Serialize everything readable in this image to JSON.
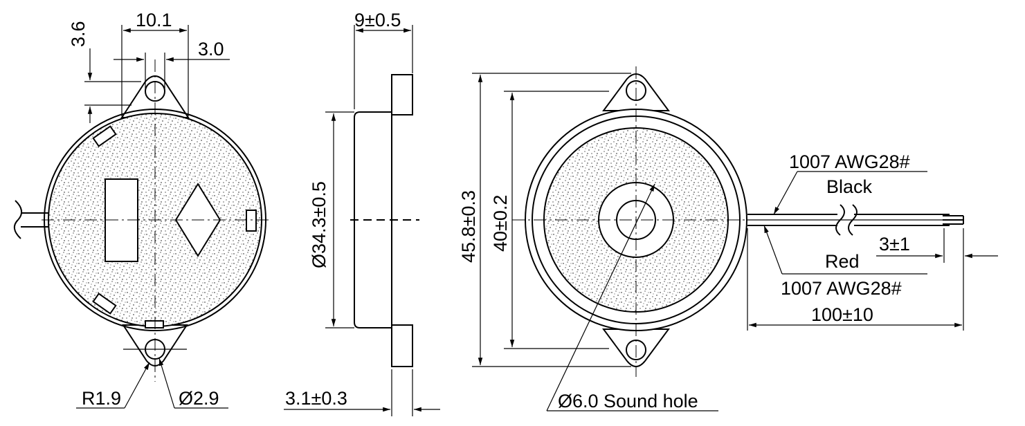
{
  "dimensions": {
    "lug_width": "10.1",
    "lug_height": "3.6",
    "lug_hole_offset": "3.0",
    "corner_radius": "R1.9",
    "mount_hole_dia": "Ø2.9",
    "side_depth": "9±0.5",
    "side_diameter": "Ø34.3±0.5",
    "flange_thickness": "3.1±0.3",
    "outer_diameter": "45.8±0.3",
    "inner_diameter": "40±0.2",
    "sound_hole": "Ø6.0 Sound hole",
    "wire_strip": "3±1",
    "wire_length": "100±10"
  },
  "wires": {
    "top_spec": "1007 AWG28#",
    "top_color": "Black",
    "bottom_color": "Red",
    "bottom_spec": "1007 AWG28#"
  }
}
